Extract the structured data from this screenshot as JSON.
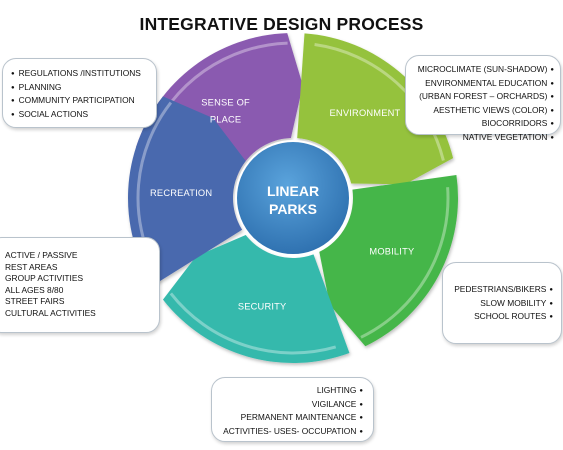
{
  "title": "INTEGRATIVE DESIGN PROCESS",
  "center": {
    "line1": "LINEAR",
    "line2": "PARKS"
  },
  "segments": [
    {
      "label_line1": "SENSE OF",
      "label_line2": "PLACE",
      "color": "#8a5ab0"
    },
    {
      "label_line1": "ENVIRONMENT",
      "color": "#95c23d"
    },
    {
      "label_line1": "MOBILITY",
      "color": "#45b648"
    },
    {
      "label_line1": "SECURITY",
      "color": "#35b9ac"
    },
    {
      "label_line1": "RECREATION",
      "color": "#4a69ae"
    }
  ],
  "boxes": {
    "social": [
      "REGULATIONS /INSTITUTIONS",
      "PLANNING",
      "COMMUNITY PARTICIPATION",
      "SOCIAL ACTIONS"
    ],
    "environment": [
      "MICROCLIMATE (SUN-SHADOW)",
      "ENVIRONMENTAL EDUCATION",
      "(URBAN FOREST – ORCHARDS)",
      "AESTHETIC VIEWS (COLOR)",
      "BIOCORRIDORS",
      "NATIVE VEGETATION"
    ],
    "recreation": [
      "ACTIVE / PASSIVE",
      "REST AREAS",
      "GROUP ACTIVITIES",
      "ALL AGES 8/80",
      "STREET FAIRS",
      "CULTURAL ACTIVITIES"
    ],
    "mobility": [
      "PEDESTRIANS/BIKERS",
      "SLOW MOBILITY",
      "SCHOOL ROUTES"
    ],
    "security": [
      "LIGHTING",
      "VIGILANCE",
      "PERMANENT MAINTENANCE",
      "ACTIVITIES- USES- OCCUPATION"
    ]
  },
  "center_color": "#3d86c6"
}
